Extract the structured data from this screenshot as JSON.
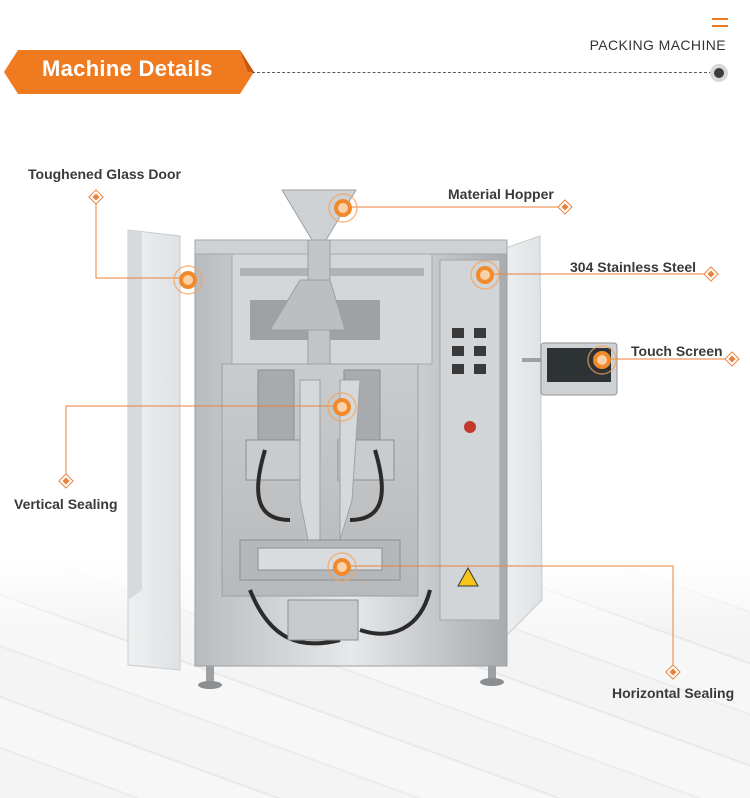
{
  "header": {
    "title": "Machine Details",
    "subtitle": "PACKING MACHINE",
    "accent_color": "#f07a20",
    "menu_icon": "menu-icon"
  },
  "callouts": [
    {
      "id": "glass-door",
      "label": "Toughened Glass Door"
    },
    {
      "id": "hopper",
      "label": "Material Hopper"
    },
    {
      "id": "steel",
      "label": "304 Stainless Steel"
    },
    {
      "id": "screen",
      "label": "Touch Screen"
    },
    {
      "id": "vertical",
      "label": "Vertical Sealing"
    },
    {
      "id": "horizontal",
      "label": "Horizontal Sealing"
    }
  ]
}
